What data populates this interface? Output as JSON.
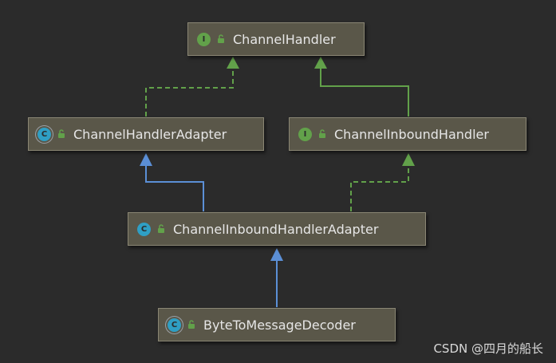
{
  "diagram": {
    "nodes": [
      {
        "id": "channel-handler",
        "label": "ChannelHandler",
        "kind": "I",
        "kind_type": "interface"
      },
      {
        "id": "channel-handler-adapter",
        "label": "ChannelHandlerAdapter",
        "kind": "C",
        "kind_type": "abstract-class"
      },
      {
        "id": "channel-inbound-handler",
        "label": "ChannelInboundHandler",
        "kind": "I",
        "kind_type": "interface"
      },
      {
        "id": "channel-inbound-handler-adapter",
        "label": "ChannelInboundHandlerAdapter",
        "kind": "C",
        "kind_type": "class"
      },
      {
        "id": "byte-to-message-decoder",
        "label": "ByteToMessageDecoder",
        "kind": "C",
        "kind_type": "abstract-class"
      }
    ],
    "edges": [
      {
        "from": "channel-handler-adapter",
        "to": "channel-handler",
        "relation": "implements",
        "style": "dashed",
        "color": "#62a14a"
      },
      {
        "from": "channel-inbound-handler",
        "to": "channel-handler",
        "relation": "extends",
        "style": "solid",
        "color": "#62a14a"
      },
      {
        "from": "channel-inbound-handler-adapter",
        "to": "channel-handler-adapter",
        "relation": "extends",
        "style": "solid",
        "color": "#5b8fd6"
      },
      {
        "from": "channel-inbound-handler-adapter",
        "to": "channel-inbound-handler",
        "relation": "implements",
        "style": "dashed",
        "color": "#62a14a"
      },
      {
        "from": "byte-to-message-decoder",
        "to": "channel-inbound-handler-adapter",
        "relation": "extends",
        "style": "solid",
        "color": "#5b8fd6"
      }
    ]
  },
  "icons": {
    "lock": "lock-open-icon",
    "interface": "interface-icon",
    "class": "class-icon"
  },
  "colors": {
    "background": "#2b2b2b",
    "node_fill": "#5a5749",
    "interface_badge": "#62a14a",
    "class_badge": "#2f9fc4",
    "inherit_arrow": "#5b8fd6",
    "implement_arrow": "#62a14a"
  },
  "watermark": "CSDN @四月的船长"
}
